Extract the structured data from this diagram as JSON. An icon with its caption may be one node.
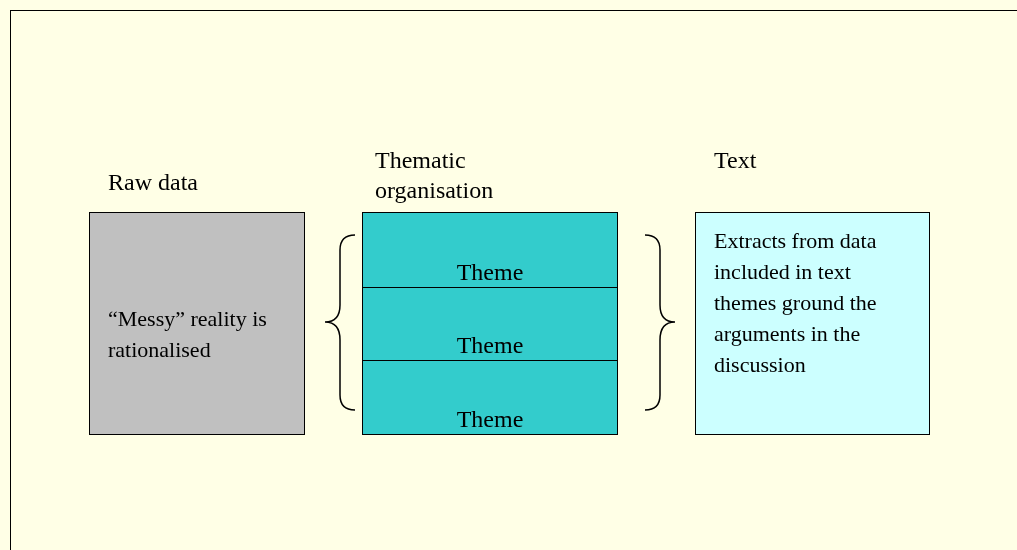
{
  "diagram": {
    "nodes": [
      {
        "text": [
          "Raw data",
          "“Messy” reality is rationalised"
        ]
      },
      {
        "text": [
          "Thematic organisation"
        ]
      },
      {
        "text": [
          "Theme"
        ],
        "in": 1
      },
      {
        "text": [
          "Theme"
        ],
        "in": 1
      },
      {
        "text": [
          "Theme"
        ],
        "in": 1
      },
      {
        "text": [
          "Text",
          "Extracts from data included in text themes ground the arguments in the discussion"
        ]
      }
    ],
    "edges": []
  }
}
